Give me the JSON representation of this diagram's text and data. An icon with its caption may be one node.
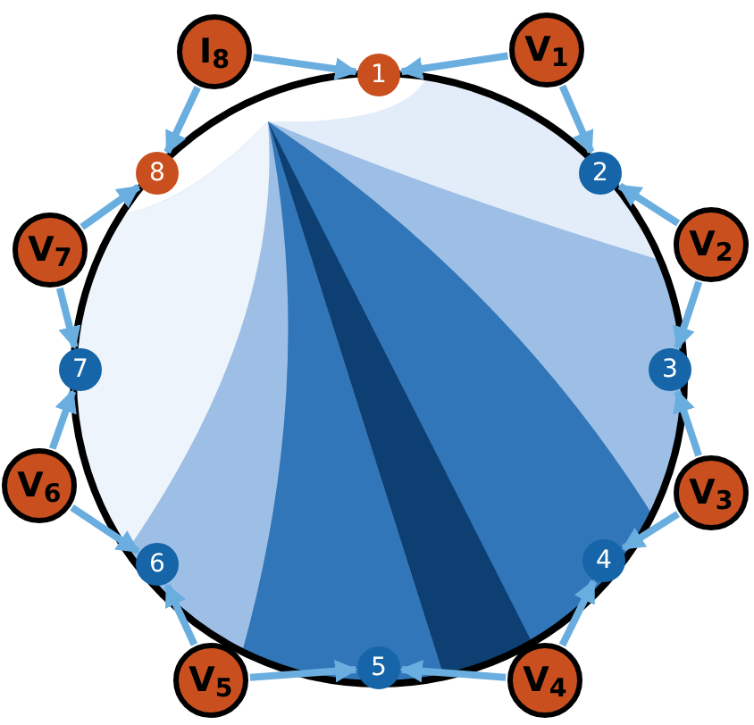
{
  "diagram": {
    "nodes": [
      {
        "text": [
          "1"
        ]
      },
      {
        "text": [
          "2"
        ]
      },
      {
        "text": [
          "3"
        ]
      },
      {
        "text": [
          "4"
        ]
      },
      {
        "text": [
          "5"
        ]
      },
      {
        "text": [
          "6"
        ]
      },
      {
        "text": [
          "7"
        ]
      },
      {
        "text": [
          "8"
        ]
      },
      {
        "text": [
          "I$_{8}$"
        ]
      },
      {
        "text": [
          "V$_{1}$"
        ]
      },
      {
        "text": [
          "V$_{2}$"
        ]
      },
      {
        "text": [
          "V$_{3}$"
        ]
      },
      {
        "text": [
          "V$_{4}$"
        ]
      },
      {
        "text": [
          "V$_{5}$"
        ]
      },
      {
        "text": [
          "V$_{6}$"
        ]
      },
      {
        "text": [
          "V$_{7}$"
        ]
      }
    ],
    "edges": [
      {
        "from": 8,
        "to": 0,
        "arrow": "to"
      },
      {
        "from": 8,
        "to": 7,
        "arrow": "to"
      },
      {
        "from": 9,
        "to": 0,
        "arrow": "to"
      },
      {
        "from": 9,
        "to": 1,
        "arrow": "to"
      },
      {
        "from": 10,
        "to": 1,
        "arrow": "to"
      },
      {
        "from": 10,
        "to": 2,
        "arrow": "to"
      },
      {
        "from": 11,
        "to": 2,
        "arrow": "to"
      },
      {
        "from": 11,
        "to": 3,
        "arrow": "to"
      },
      {
        "from": 12,
        "to": 3,
        "arrow": "to"
      },
      {
        "from": 12,
        "to": 4,
        "arrow": "to"
      },
      {
        "from": 13,
        "to": 4,
        "arrow": "to"
      },
      {
        "from": 13,
        "to": 5,
        "arrow": "to"
      },
      {
        "from": 14,
        "to": 5,
        "arrow": "to"
      },
      {
        "from": 14,
        "to": 6,
        "arrow": "to"
      },
      {
        "from": 15,
        "to": 6,
        "arrow": "to"
      },
      {
        "from": 15,
        "to": 7,
        "arrow": "to"
      }
    ]
  }
}
